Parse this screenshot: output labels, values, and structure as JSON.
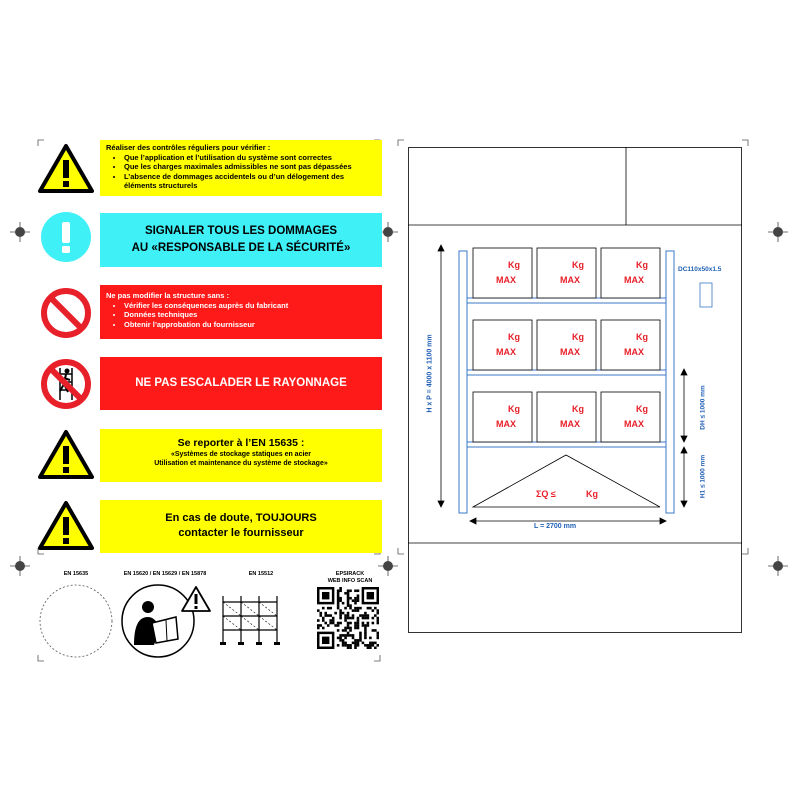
{
  "panels": {
    "p1": {
      "title": "Réaliser des contrôles réguliers pour vérifier :",
      "items": [
        "Que l’application et l’utilisation du système sont correctes",
        "Que les charges maximales admissibles ne sont pas dépassées",
        "L’absence de dommages accidentels ou d’un délogement des éléments structurels"
      ]
    },
    "p2": {
      "line1": "SIGNALER TOUS LES DOMMAGES",
      "line2": "AU «RESPONSABLE DE LA SÉCURITÉ»"
    },
    "p3": {
      "title": "Ne pas modifier la structure sans :",
      "items": [
        "Vérifier les conséquences auprès du fabricant",
        "Données techniques",
        "Obtenir l’approbation du fournisseur"
      ]
    },
    "p4": {
      "text": "NE PAS ESCALADER LE RAYONNAGE"
    },
    "p5": {
      "title": "Se reporter à l’EN 15635 :",
      "line1": "«Systèmes de stockage statiques en acier",
      "line2": "Utilisation et maintenance du système de stockage»"
    },
    "p6": {
      "line1": "En cas de doute, TOUJOURS",
      "line2": "contacter le fournisseur"
    }
  },
  "bottom": {
    "labels": [
      "EN 15635",
      "EN 15620 / EN 15629 / EN 15878",
      "EN 15512",
      "EPSIRACK",
      "WEB INFO SCAN"
    ]
  },
  "drawing": {
    "beam": "DC110x50x1.5",
    "height_dim": "H x P = 4000 x 1100 mm",
    "length_dim": "L = 2700 mm",
    "dh_dim": "DH ≤ 1000 mm",
    "h1_dim": "H1 ≤ 1000 mm",
    "kg": "Kg",
    "max": "MAX",
    "sum": "ΣQ ≤",
    "sum_unit": "Kg"
  },
  "colors": {
    "yellow": "#ffff00",
    "cyan": "#3ff0f7",
    "red": "#ff1a1a",
    "blue": "#1f5fb5",
    "box_text": "#e8202a"
  }
}
